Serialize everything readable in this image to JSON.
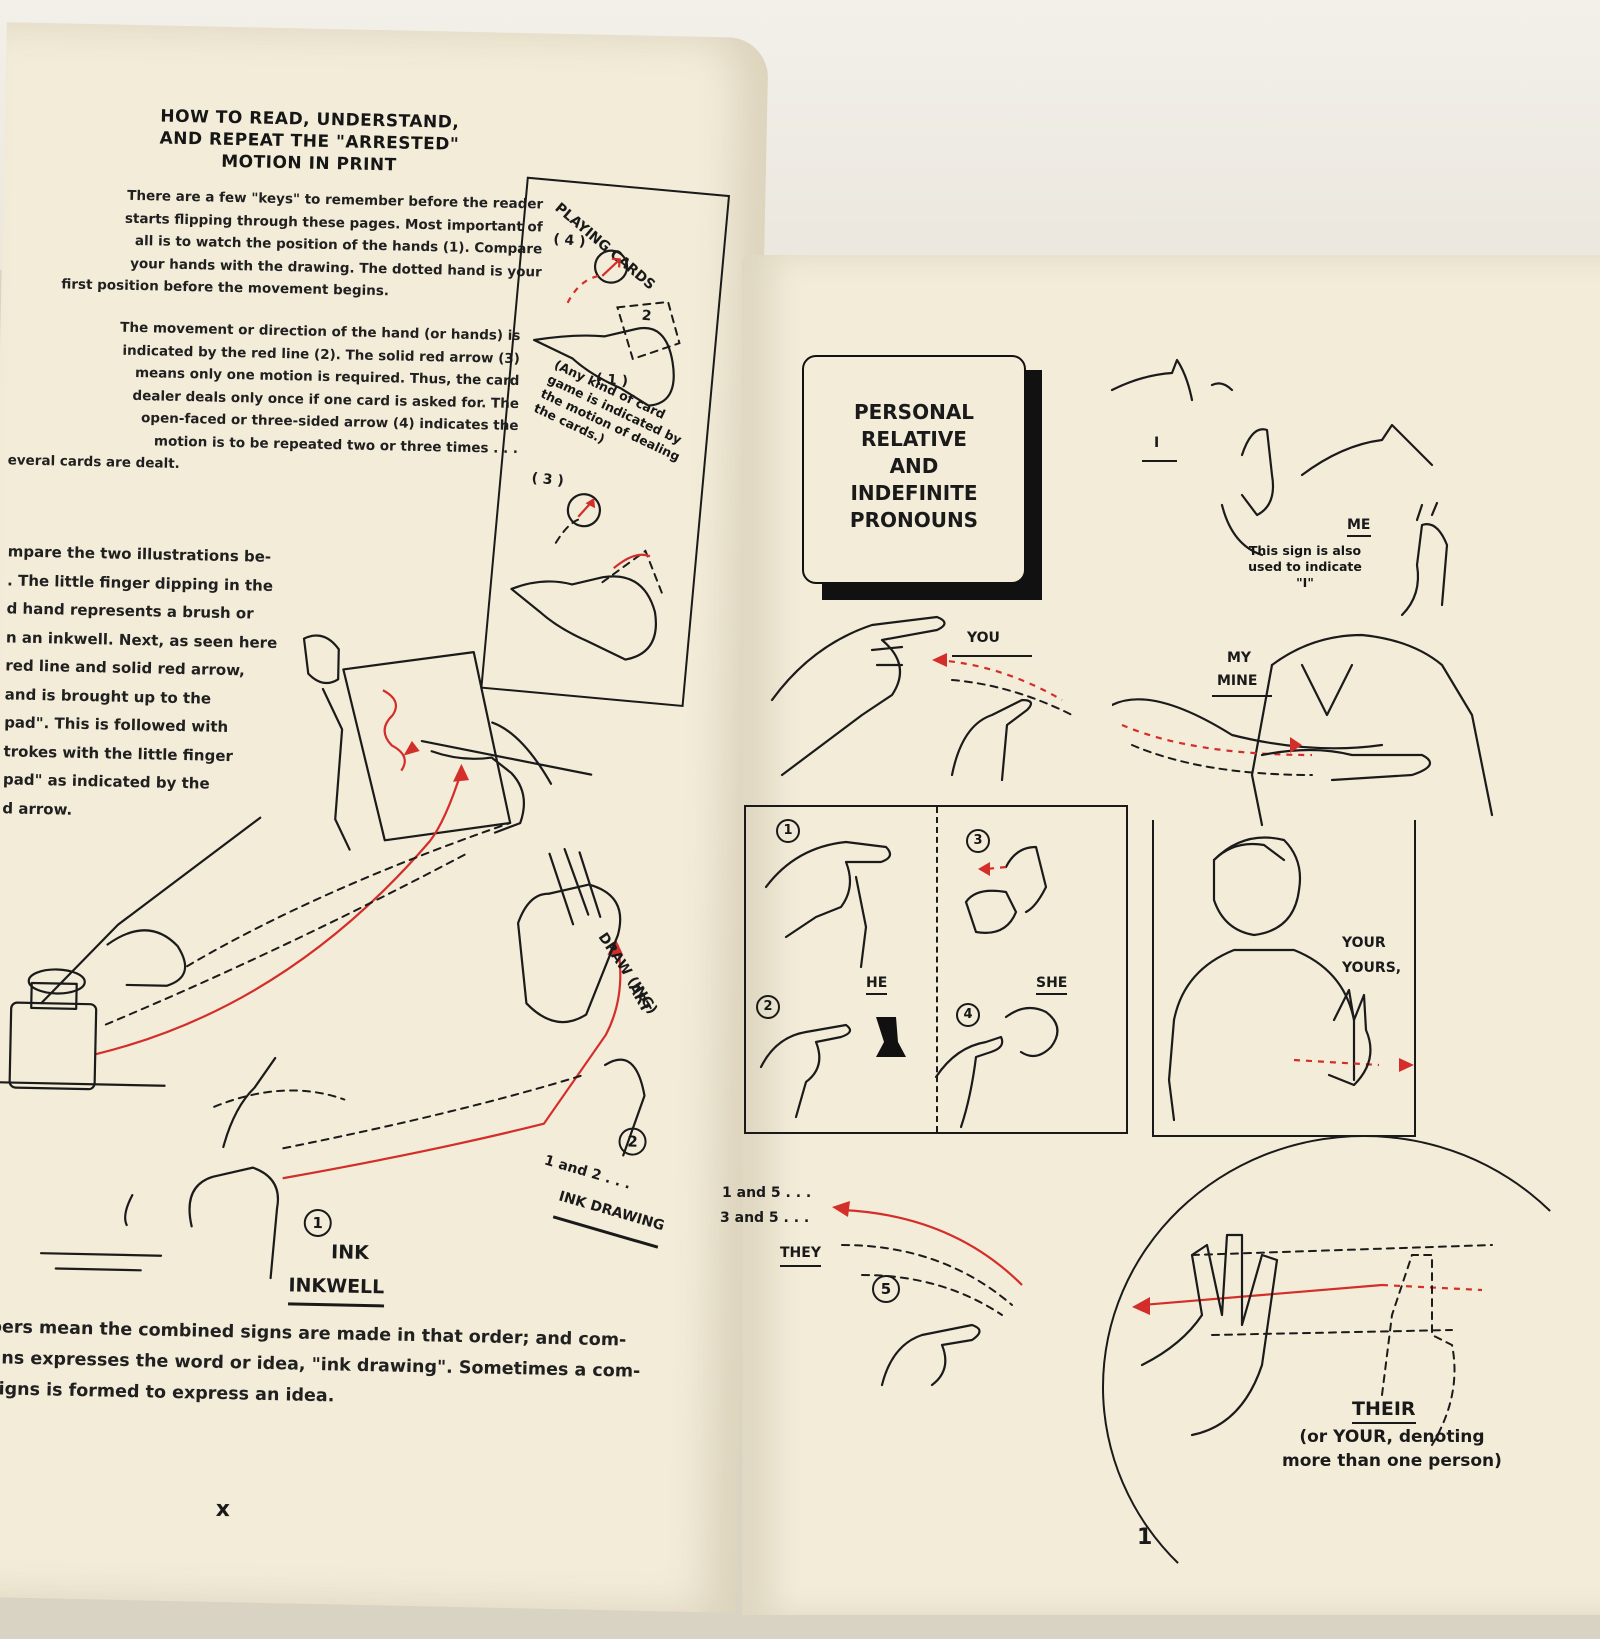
{
  "left_page": {
    "heading": [
      "HOW TO READ, UNDERSTAND,",
      "AND REPEAT THE \"ARRESTED\"",
      "MOTION IN PRINT"
    ],
    "para1": [
      "There are a few \"keys\" to remember before the reader",
      "starts flipping through these pages. Most important of",
      "all is to watch the position of the hands (1). Compare",
      "your hands with the drawing. The dotted hand is your",
      "first position before the movement begins."
    ],
    "para2": [
      "The movement or direction of the hand (or hands) is",
      "indicated by the red line (2). The solid red arrow (3)",
      "means only one motion is required. Thus, the card",
      "dealer deals only once if one card is asked for. The",
      "open-faced or three-sided arrow (4) indicates the",
      "motion is to be repeated two or three times . . .",
      "everal cards are dealt."
    ],
    "para3": [
      "mpare the two illustrations be-",
      ". The little finger dipping in the",
      "d hand represents a brush or",
      "n an inkwell. Next, as seen here",
      "red line and solid red arrow,",
      "and is brought up to the",
      "pad\". This is followed with",
      "trokes with the little finger",
      "pad\" as indicated by the",
      "d arrow."
    ],
    "bottom_text": [
      "bers mean the combined signs are made in that order; and com-",
      "gns expresses the word or idea, \"ink drawing\". Sometimes a com-",
      "signs is formed to express an idea."
    ],
    "page_number": "x",
    "playing_cards_box": {
      "title": "PLAYING CARDS",
      "marker_4": "( 4 )",
      "marker_3": "( 3 )",
      "marker_1": "( 1 )",
      "marker_2": "2",
      "caption": [
        "(Any kind of card",
        "game is indicated by",
        "the motion of dealing",
        "the cards.)"
      ]
    },
    "ink_label": "INK",
    "inkwell_label": "INKWELL",
    "circle_1": "1",
    "circle_2": "2",
    "draw_label": "DRAW (ING)",
    "art_label": "ART",
    "combo_label": "1 and 2 . . .",
    "ink_drawing_label": "INK DRAWING"
  },
  "right_page": {
    "box_title": [
      "PERSONAL",
      "RELATIVE",
      "AND",
      "INDEFINITE",
      "PRONOUNS"
    ],
    "i_label": "I",
    "me_label": "ME",
    "me_note": [
      "This sign is also",
      "used to indicate",
      "\"I\""
    ],
    "you_label": "YOU",
    "my_label": "MY",
    "mine_label": "MINE",
    "panel": {
      "n1": "1",
      "n2": "2",
      "n3": "3",
      "n4": "4",
      "he_label": "HE",
      "she_label": "SHE"
    },
    "your_label": "YOUR",
    "yours_label": "YOURS,",
    "combo1": "1 and 5 . . .",
    "combo2": "3 and 5 . . .",
    "they_label": "THEY",
    "n5": "5",
    "their_label": "THEIR",
    "their_note": [
      "(or YOUR, denoting",
      "more than one person)"
    ],
    "page_number": "1"
  },
  "colors": {
    "paper": "#f2ecd9",
    "ink": "#1b1b1b",
    "red": "#d42e2a"
  }
}
